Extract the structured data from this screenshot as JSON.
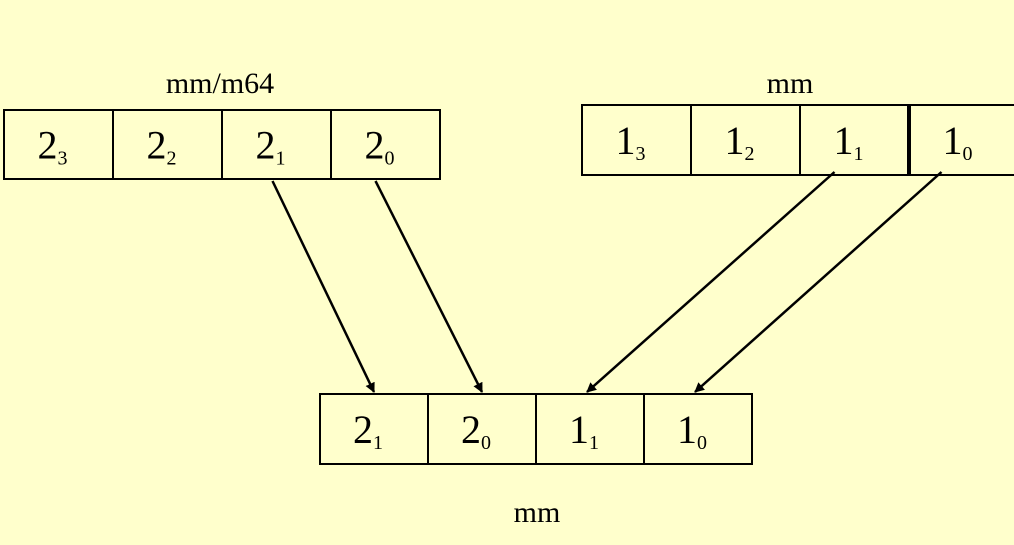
{
  "src_label": "mm/m64",
  "dest_top_label": "mm",
  "result_label": "mm",
  "colors": {
    "background": "#FFFFCC",
    "ink": "#000000"
  },
  "registers": {
    "src": [
      {
        "main": "2",
        "sub": "3"
      },
      {
        "main": "2",
        "sub": "2"
      },
      {
        "main": "2",
        "sub": "1"
      },
      {
        "main": "2",
        "sub": "0"
      }
    ],
    "dest": [
      {
        "main": "1",
        "sub": "3"
      },
      {
        "main": "1",
        "sub": "2"
      },
      {
        "main": "1",
        "sub": "1"
      },
      {
        "main": "1",
        "sub": "0"
      }
    ],
    "result": [
      {
        "main": "2",
        "sub": "1"
      },
      {
        "main": "2",
        "sub": "0"
      },
      {
        "main": "1",
        "sub": "1"
      },
      {
        "main": "1",
        "sub": "0"
      }
    ]
  },
  "arrows": [
    {
      "from": "src.2",
      "to": "result.0"
    },
    {
      "from": "src.3",
      "to": "result.1"
    },
    {
      "from": "dest.2",
      "to": "result.2"
    },
    {
      "from": "dest.3",
      "to": "result.3"
    }
  ]
}
